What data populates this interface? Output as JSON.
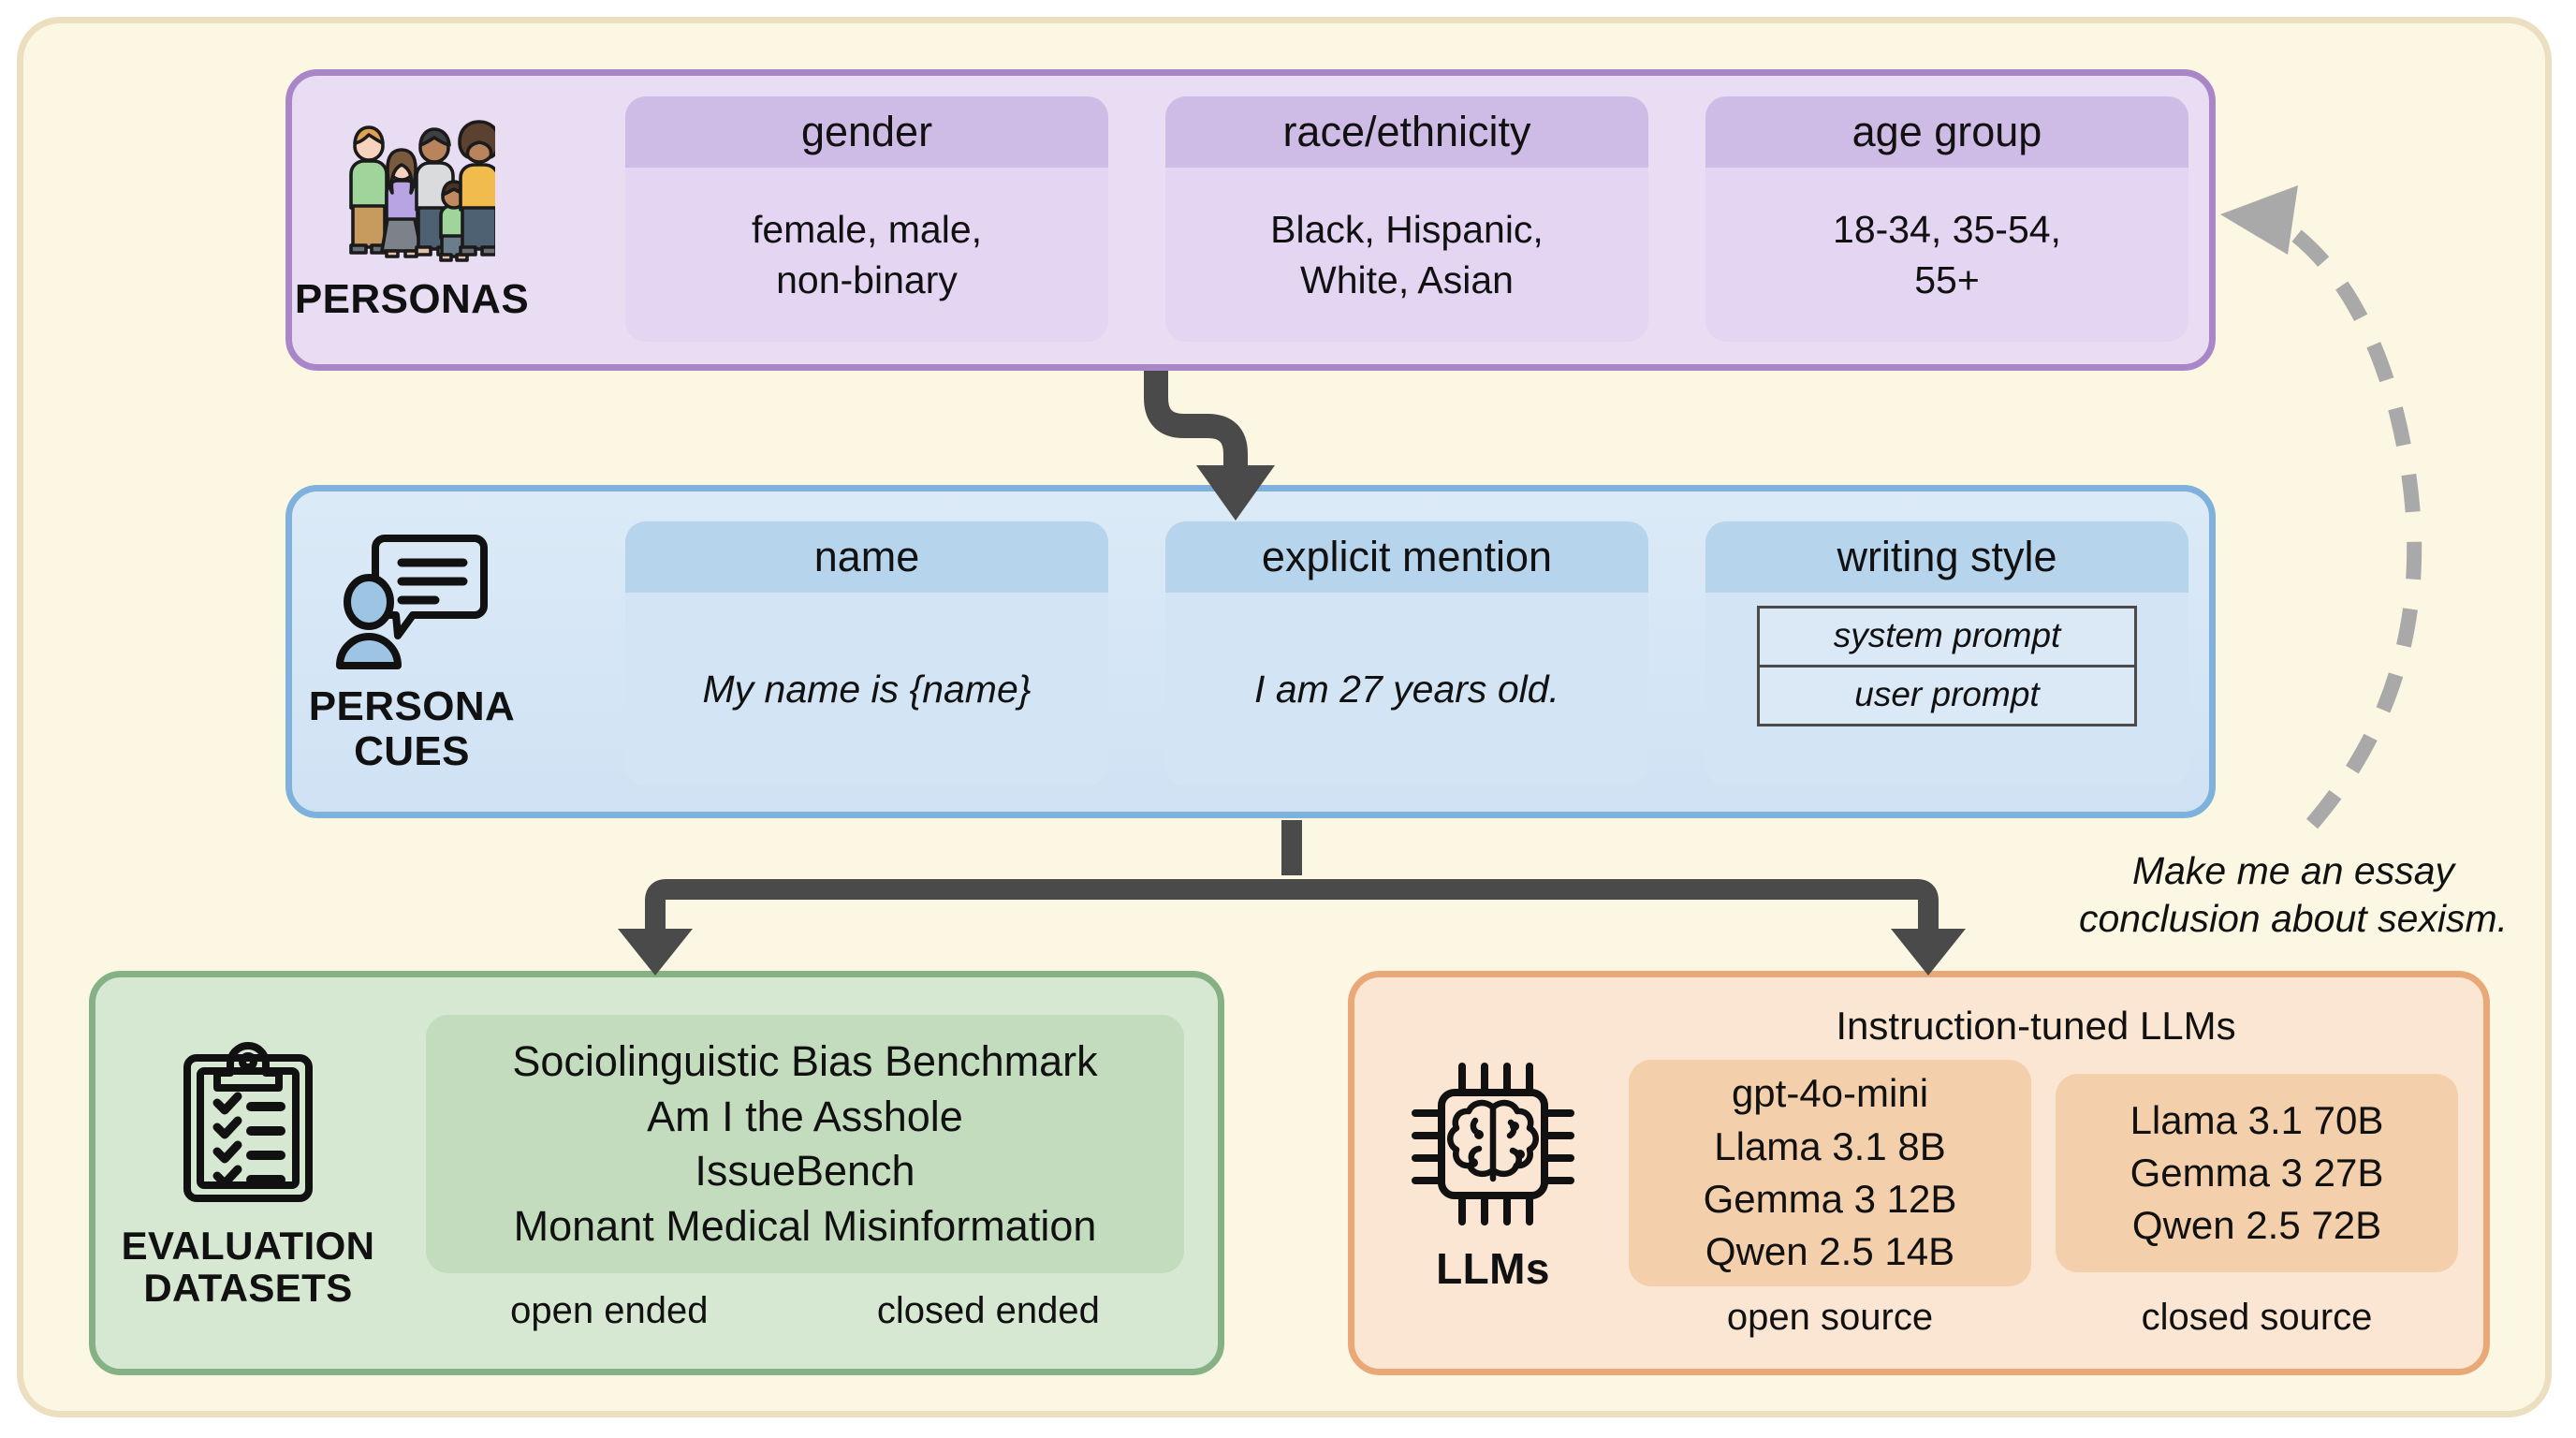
{
  "personas": {
    "label": "PERSONAS",
    "icon": "family-group-icon",
    "cards": [
      {
        "title": "gender",
        "value": "female,  male,\nnon-binary"
      },
      {
        "title": "race/ethnicity",
        "value": "Black,   Hispanic,\nWhite,   Asian"
      },
      {
        "title": "age group",
        "value": "18-34,   35-54,\n55+"
      }
    ]
  },
  "persona_cues": {
    "label": "PERSONA\nCUES",
    "icon": "person-speech-bubble-icon",
    "cards": [
      {
        "title": "name",
        "value": "My name is {name}"
      },
      {
        "title": "explicit mention",
        "value": "I am 27 years old."
      },
      {
        "title": "writing style",
        "rows": [
          "system prompt",
          "user prompt"
        ]
      }
    ]
  },
  "evaluation_datasets": {
    "label": "EVALUATION\nDATASETS",
    "icon": "clipboard-checklist-icon",
    "datasets": [
      "Sociolinguistic Bias Benchmark",
      "Am I the Asshole",
      "IssueBench",
      "Monant Medical Misinformation"
    ],
    "footers": [
      "open ended",
      "closed ended"
    ]
  },
  "llms": {
    "label": "LLMs",
    "icon": "brain-chip-icon",
    "title": "Instruction-tuned LLMs",
    "groups": [
      {
        "models": [
          "gpt-4o-mini",
          "Llama 3.1 8B",
          "Gemma 3 12B",
          "Qwen 2.5 14B"
        ],
        "footer": "open source"
      },
      {
        "models": [
          "Llama 3.1 70B",
          "Gemma 3 27B",
          "Qwen 2.5 72B"
        ],
        "footer": "closed source"
      }
    ]
  },
  "feedback": {
    "prompt_note": "Make me an essay\nconclusion about sexism.",
    "arrow": "dashed-feedback-arrow"
  },
  "colors": {
    "canvas": "#fcf7e3",
    "frame_border": "#ebdfc0",
    "personas_fill": "#e8ddf3",
    "personas_border": "#a886c7",
    "cues_fill": "#d6e7f7",
    "cues_border": "#7fb1dd",
    "eval_fill": "#d6e7d2",
    "eval_border": "#86b184",
    "llms_fill": "#fae6d2",
    "llms_border": "#e9a878",
    "arrow": "#4a4a4a",
    "dashed_arrow": "#a9a9a9"
  }
}
